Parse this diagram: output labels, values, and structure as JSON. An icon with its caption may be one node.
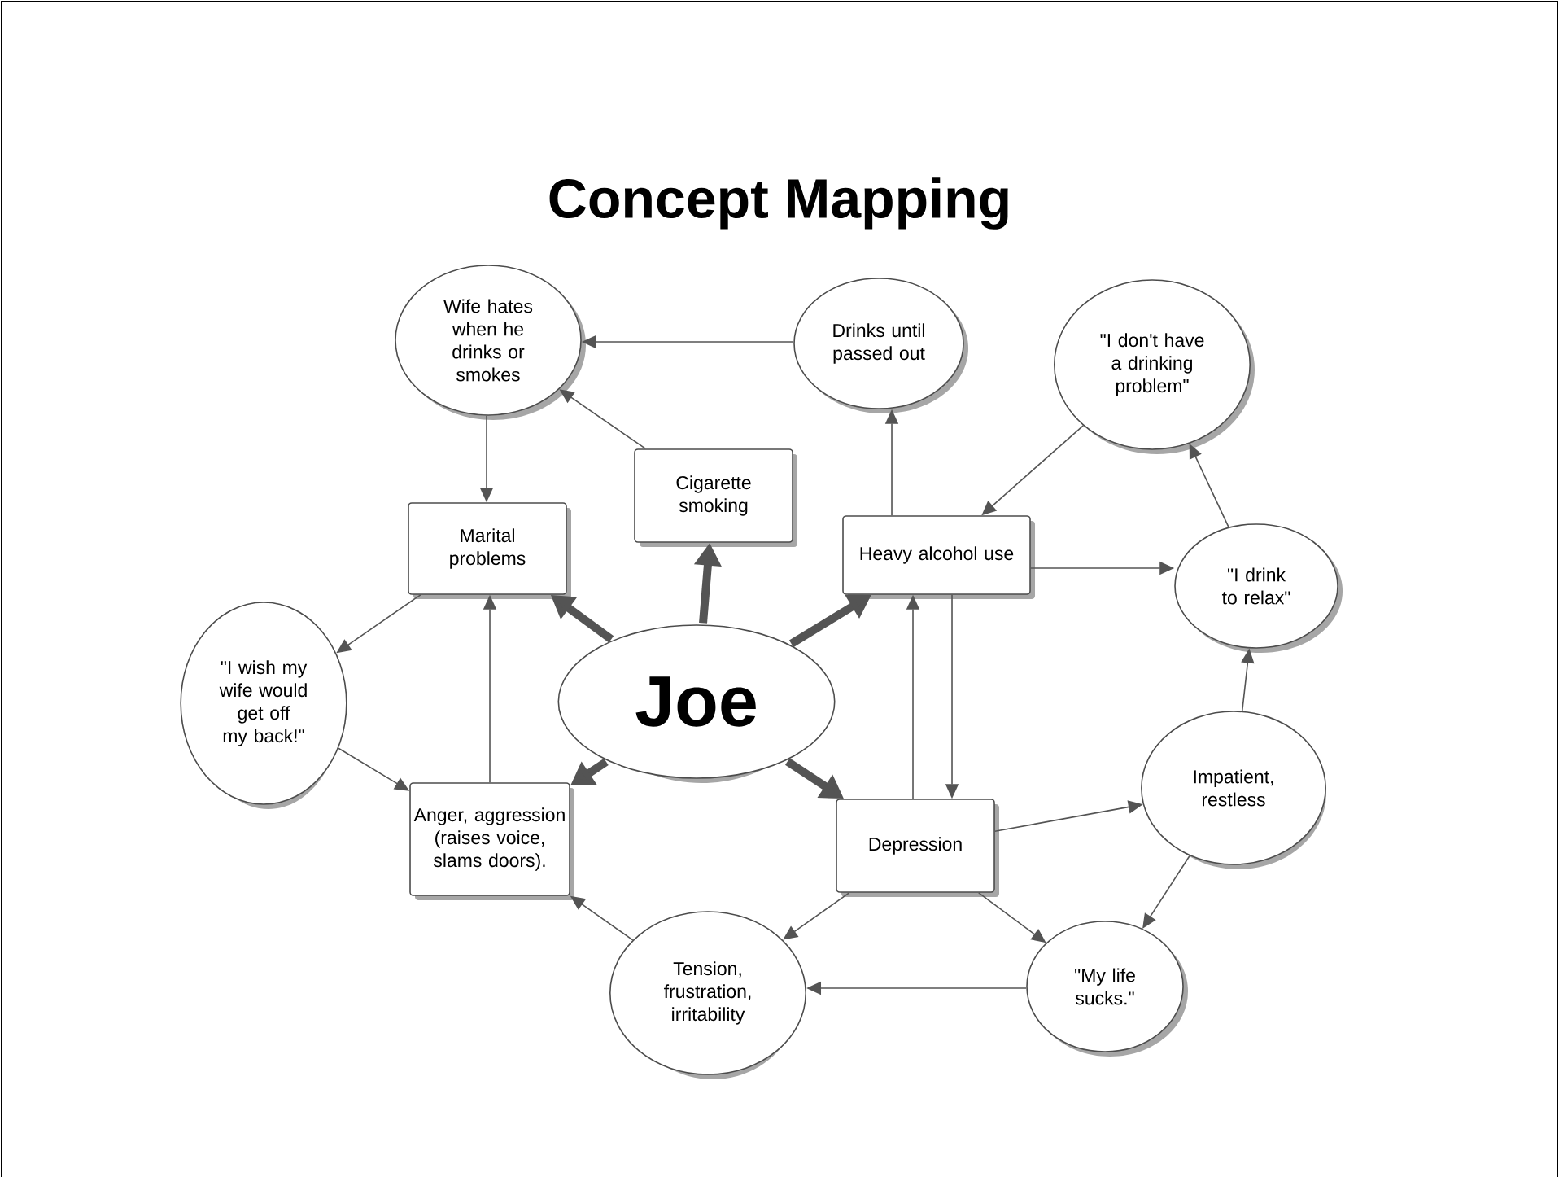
{
  "diagram": {
    "title": "Concept Mapping",
    "nodes": [
      {
        "text": [
          "Joe"
        ]
      },
      {
        "text": [
          "Wife hates when he drinks or smokes"
        ]
      },
      {
        "text": [
          "Drinks until passed out"
        ]
      },
      {
        "text": [
          "\"I don't have a drinking problem\""
        ]
      },
      {
        "text": [
          "Cigarette smoking"
        ]
      },
      {
        "text": [
          "Marital problems"
        ]
      },
      {
        "text": [
          "Heavy alcohol use"
        ]
      },
      {
        "text": [
          "\"I drink to relax\""
        ]
      },
      {
        "text": [
          "\"I wish my wife would get off my back!\""
        ]
      },
      {
        "text": [
          "Anger, aggression (raises voice, slams doors)."
        ]
      },
      {
        "text": [
          "Depression"
        ]
      },
      {
        "text": [
          "Impatient, restless"
        ]
      },
      {
        "text": [
          "Tension, frustration, irritability"
        ]
      },
      {
        "text": [
          "\"My life sucks.\""
        ]
      }
    ],
    "edges": [
      {
        "from": 0,
        "to": 5,
        "arrow": "to",
        "style": "thick"
      },
      {
        "from": 0,
        "to": 4,
        "arrow": "to",
        "style": "thick"
      },
      {
        "from": 0,
        "to": 6,
        "arrow": "to",
        "style": "thick"
      },
      {
        "from": 0,
        "to": 9,
        "arrow": "to",
        "style": "thick"
      },
      {
        "from": 0,
        "to": 10,
        "arrow": "to",
        "style": "thick"
      },
      {
        "from": 2,
        "to": 1,
        "arrow": "to"
      },
      {
        "from": 4,
        "to": 1,
        "arrow": "to"
      },
      {
        "from": 1,
        "to": 5,
        "arrow": "to"
      },
      {
        "from": 5,
        "to": 8,
        "arrow": "to"
      },
      {
        "from": 8,
        "to": 9,
        "arrow": "to"
      },
      {
        "from": 9,
        "to": 5,
        "arrow": "to"
      },
      {
        "from": 6,
        "to": 2,
        "arrow": "to"
      },
      {
        "from": 3,
        "to": 6,
        "arrow": "to"
      },
      {
        "from": 6,
        "to": 7,
        "arrow": "to"
      },
      {
        "from": 7,
        "to": 3,
        "arrow": "to"
      },
      {
        "from": 11,
        "to": 7,
        "arrow": "to"
      },
      {
        "from": 10,
        "to": 6,
        "arrow": "to"
      },
      {
        "from": 6,
        "to": 10,
        "arrow": "to"
      },
      {
        "from": 10,
        "to": 11,
        "arrow": "to"
      },
      {
        "from": 11,
        "to": 13,
        "arrow": "to"
      },
      {
        "from": 10,
        "to": 12,
        "arrow": "to"
      },
      {
        "from": 10,
        "to": 13,
        "arrow": "to"
      },
      {
        "from": 13,
        "to": 12,
        "arrow": "to"
      },
      {
        "from": 12,
        "to": 9,
        "arrow": "to"
      }
    ]
  }
}
